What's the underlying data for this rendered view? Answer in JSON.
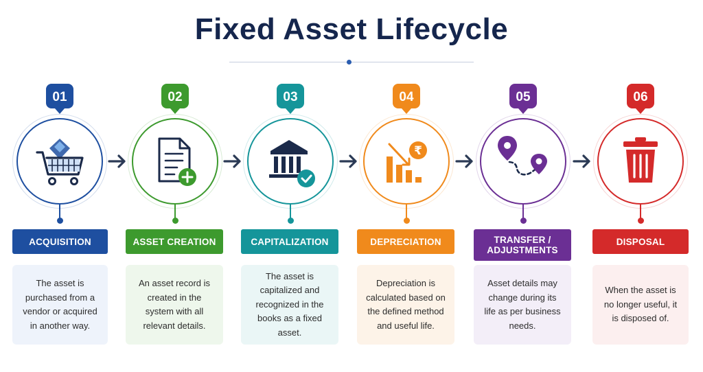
{
  "title": "Fixed Asset Lifecycle",
  "stages": [
    {
      "num": "01",
      "label": "ACQUISITION",
      "icon": "shopping-cart-icon",
      "color": "#1e4fa0",
      "tint": "#eef3fb",
      "desc": "The asset is purchased from a vendor or acquired in another way."
    },
    {
      "num": "02",
      "label": "ASSET CREATION",
      "icon": "document-add-icon",
      "color": "#3d9a2e",
      "tint": "#eef7ec",
      "desc": "An asset record is created in the system with all relevant details."
    },
    {
      "num": "03",
      "label": "CAPITALIZATION",
      "icon": "bank-check-icon",
      "color": "#15959a",
      "tint": "#eaf6f6",
      "desc": "The asset is capitalized and recognized in the books as a fixed asset."
    },
    {
      "num": "04",
      "label": "DEPRECIATION",
      "icon": "depreciation-chart-icon",
      "color": "#f08a1c",
      "tint": "#fdf3e8",
      "desc": "Depreciation is calculated based on the defined method and useful life."
    },
    {
      "num": "05",
      "label": "TRANSFER / ADJUSTMENTS",
      "icon": "location-route-icon",
      "color": "#6b2f94",
      "tint": "#f3eef8",
      "desc": "Asset details may change during its life as per business needs."
    },
    {
      "num": "06",
      "label": "DISPOSAL",
      "icon": "trash-bin-icon",
      "color": "#d42a2a",
      "tint": "#fcefef",
      "desc": "When the asset is no longer useful, it is disposed of."
    }
  ]
}
